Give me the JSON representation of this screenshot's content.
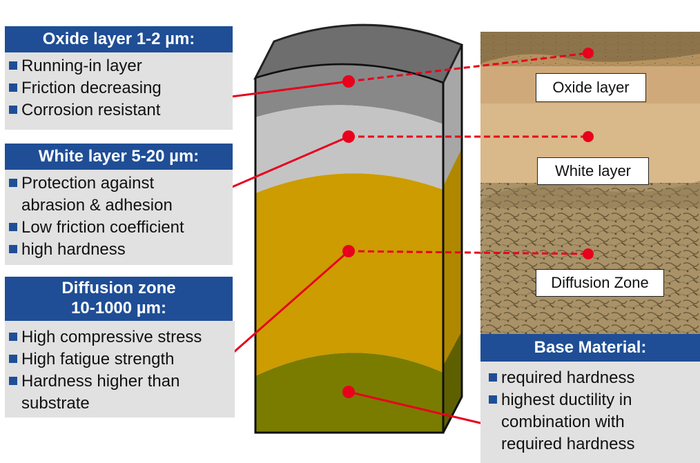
{
  "oxide": {
    "title": "Oxide layer  1-2 µm:",
    "items": [
      "Running-in layer",
      "Friction decreasing",
      "Corrosion resistant"
    ]
  },
  "white": {
    "title": "White layer  5-20 µm:",
    "items": [
      "Protection against",
      "abrasion & adhesion",
      "Low friction coefficient",
      "high hardness"
    ]
  },
  "diffusion": {
    "title_line1": "Diffusion zone",
    "title_line2": "10-1000 µm:",
    "items": [
      "High compressive stress",
      "High fatigue strength",
      "Hardness higher than",
      "substrate"
    ]
  },
  "base": {
    "title": "Base Material:",
    "items": [
      "required hardness",
      "highest ductility in",
      "combination with",
      "required hardness"
    ]
  },
  "micro_labels": {
    "oxide": "Oxide layer",
    "white": "White layer",
    "diffusion": "Diffusion Zone"
  },
  "colors": {
    "header_blue": "#1f4e96",
    "box_gray": "#e1e1e1",
    "oxide_gray": "#888888",
    "white_layer": "#c4c4c4",
    "diffusion_gold": "#cc9c00",
    "base_olive": "#7a7c00",
    "connector_red": "#e8001c"
  }
}
